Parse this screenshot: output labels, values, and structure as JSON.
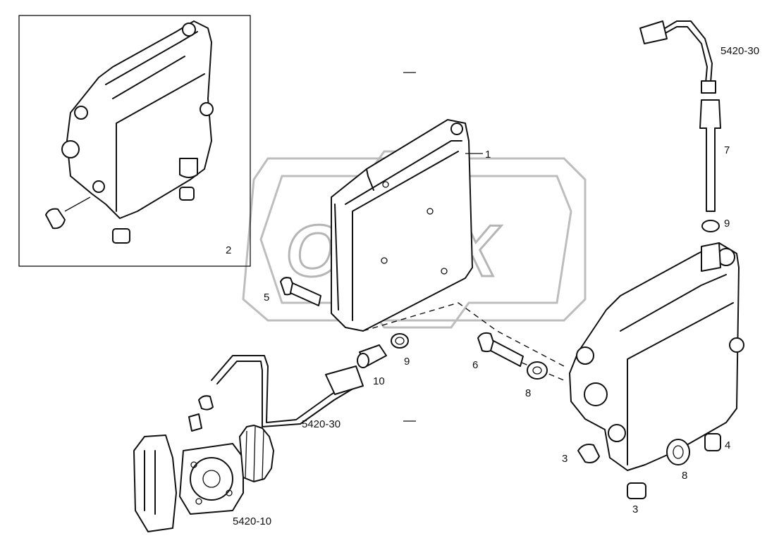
{
  "watermark": {
    "text": "OPEX"
  },
  "callouts": [
    {
      "id": "c1",
      "text": "1"
    },
    {
      "id": "c2",
      "text": "2"
    },
    {
      "id": "c3a",
      "text": "3"
    },
    {
      "id": "c3b",
      "text": "3"
    },
    {
      "id": "c4",
      "text": "4"
    },
    {
      "id": "c5",
      "text": "5"
    },
    {
      "id": "c6",
      "text": "6"
    },
    {
      "id": "c7",
      "text": "7"
    },
    {
      "id": "c8a",
      "text": "8"
    },
    {
      "id": "c8b",
      "text": "8"
    },
    {
      "id": "c9a",
      "text": "9"
    },
    {
      "id": "c9b",
      "text": "9"
    },
    {
      "id": "c10",
      "text": "10"
    },
    {
      "id": "ref_top",
      "text": "5420-30"
    },
    {
      "id": "ref_mid",
      "text": "5420-30"
    },
    {
      "id": "ref_pump",
      "text": "5420-10"
    }
  ]
}
